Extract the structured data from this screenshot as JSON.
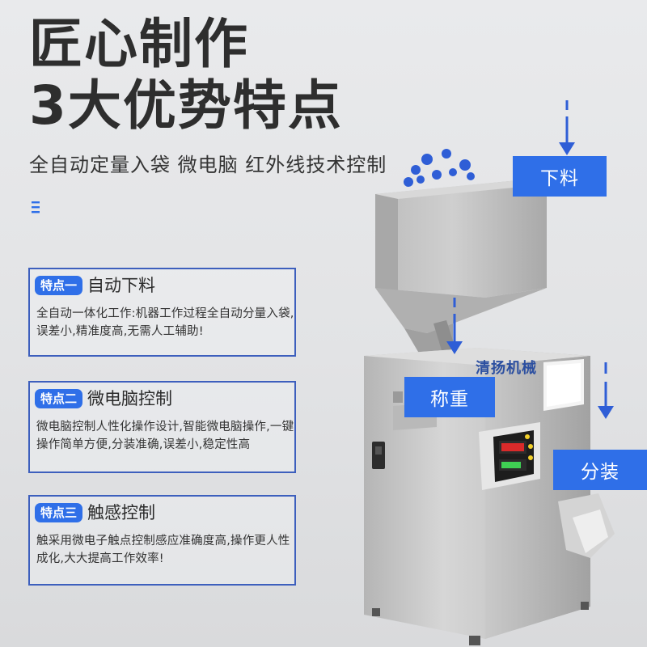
{
  "headline": {
    "line1": "匠心制作",
    "line2": "3大优势特点"
  },
  "subtitle": "全自动定量入袋 微电脑 红外线技术控制",
  "features": [
    {
      "badge": "特点一",
      "title": "自动下料",
      "description": "全自动一体化工作:机器工作过程全自动分量入袋,误差小,精准度高,无需人工辅助!"
    },
    {
      "badge": "特点二",
      "title": "微电脑控制",
      "description": "微电脑控制人性化操作设计,智能微电脑操作,一键操作简单方便,分装准确,误差小,稳定性高"
    },
    {
      "badge": "特点三",
      "title": "触感控制",
      "description": "触采用微电子触点控制感应准确度高,操作更人性成化,大大提高工作效率!"
    }
  ],
  "machine": {
    "brand_label": "清扬机械",
    "tags": {
      "feed": "下料",
      "weigh": "称重",
      "pack": "分装"
    }
  },
  "colors": {
    "accent": "#2f6fe8",
    "border": "#3d5fbd",
    "headline": "#2e2e2e"
  }
}
